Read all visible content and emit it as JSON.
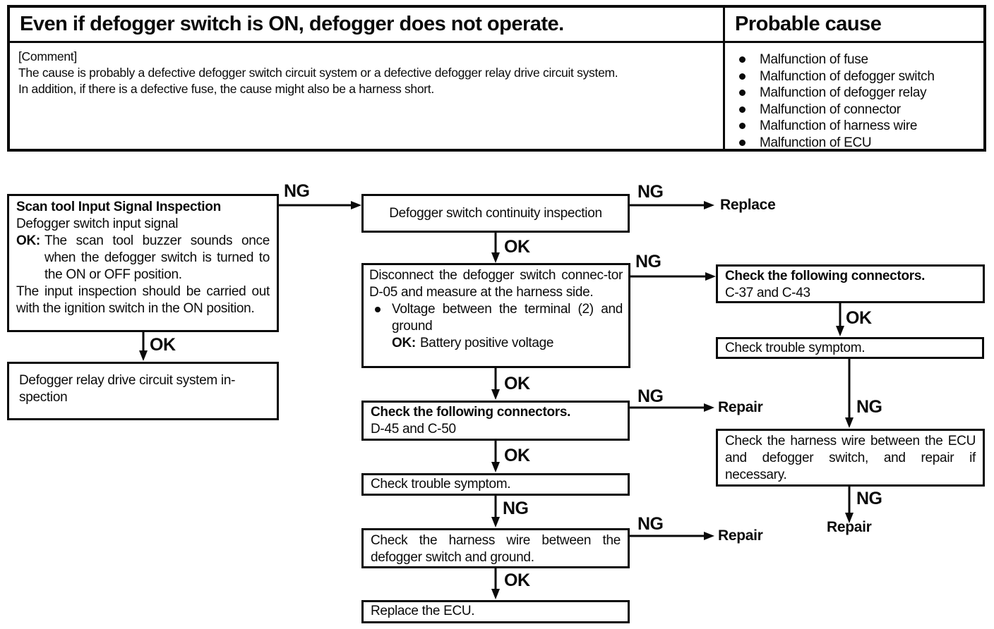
{
  "table": {
    "symptom": "Even if defogger switch is ON, defogger does not operate.",
    "probable_cause_header": "Probable cause",
    "comment_label": "[Comment]",
    "comment_line1": "The cause is probably a defective defogger switch circuit system or a defective defogger relay drive circuit system.",
    "comment_line2": "In addition, if there is a defective fuse, the cause might also be a harness short.",
    "causes": [
      "Malfunction of fuse",
      "Malfunction of defogger switch",
      "Malfunction of defogger relay",
      "Malfunction of connector",
      "Malfunction of harness wire",
      "Malfunction of ECU"
    ]
  },
  "flow": {
    "ng": "NG",
    "ok": "OK",
    "scan_tool": {
      "title": "Scan tool Input Signal Inspection",
      "line1": "Defogger switch input signal",
      "ok_label": "OK:",
      "ok_text": "The scan tool buzzer sounds once when the defogger switch is turned to the ON or OFF position.",
      "note": "The input inspection should be carried out with the ignition switch in the ON position."
    },
    "relay_drive": "Defogger relay drive circuit system in-spection",
    "switch_continuity": "Defogger switch continuity inspection",
    "disconnect": {
      "line1": "Disconnect the defogger switch connec-tor D-05 and measure at the harness side.",
      "bullet_text": "Voltage between the terminal (2) and ground",
      "ok_label": "OK:",
      "ok_text": "Battery positive voltage"
    },
    "connectors_mid": {
      "title": "Check the following connectors.",
      "detail": "D-45 and C-50"
    },
    "trouble_mid": "Check trouble symptom.",
    "harness_ground": "Check the harness wire between the defogger switch and ground.",
    "replace_ecu": "Replace the ECU.",
    "connectors_right": {
      "title": "Check the following connectors.",
      "detail": "C-37 and C-43"
    },
    "trouble_right": "Check trouble symptom.",
    "harness_ecu": "Check the harness wire between the ECU and defogger switch, and repair if necessary.",
    "replace_label": "Replace",
    "repair_label": "Repair"
  }
}
